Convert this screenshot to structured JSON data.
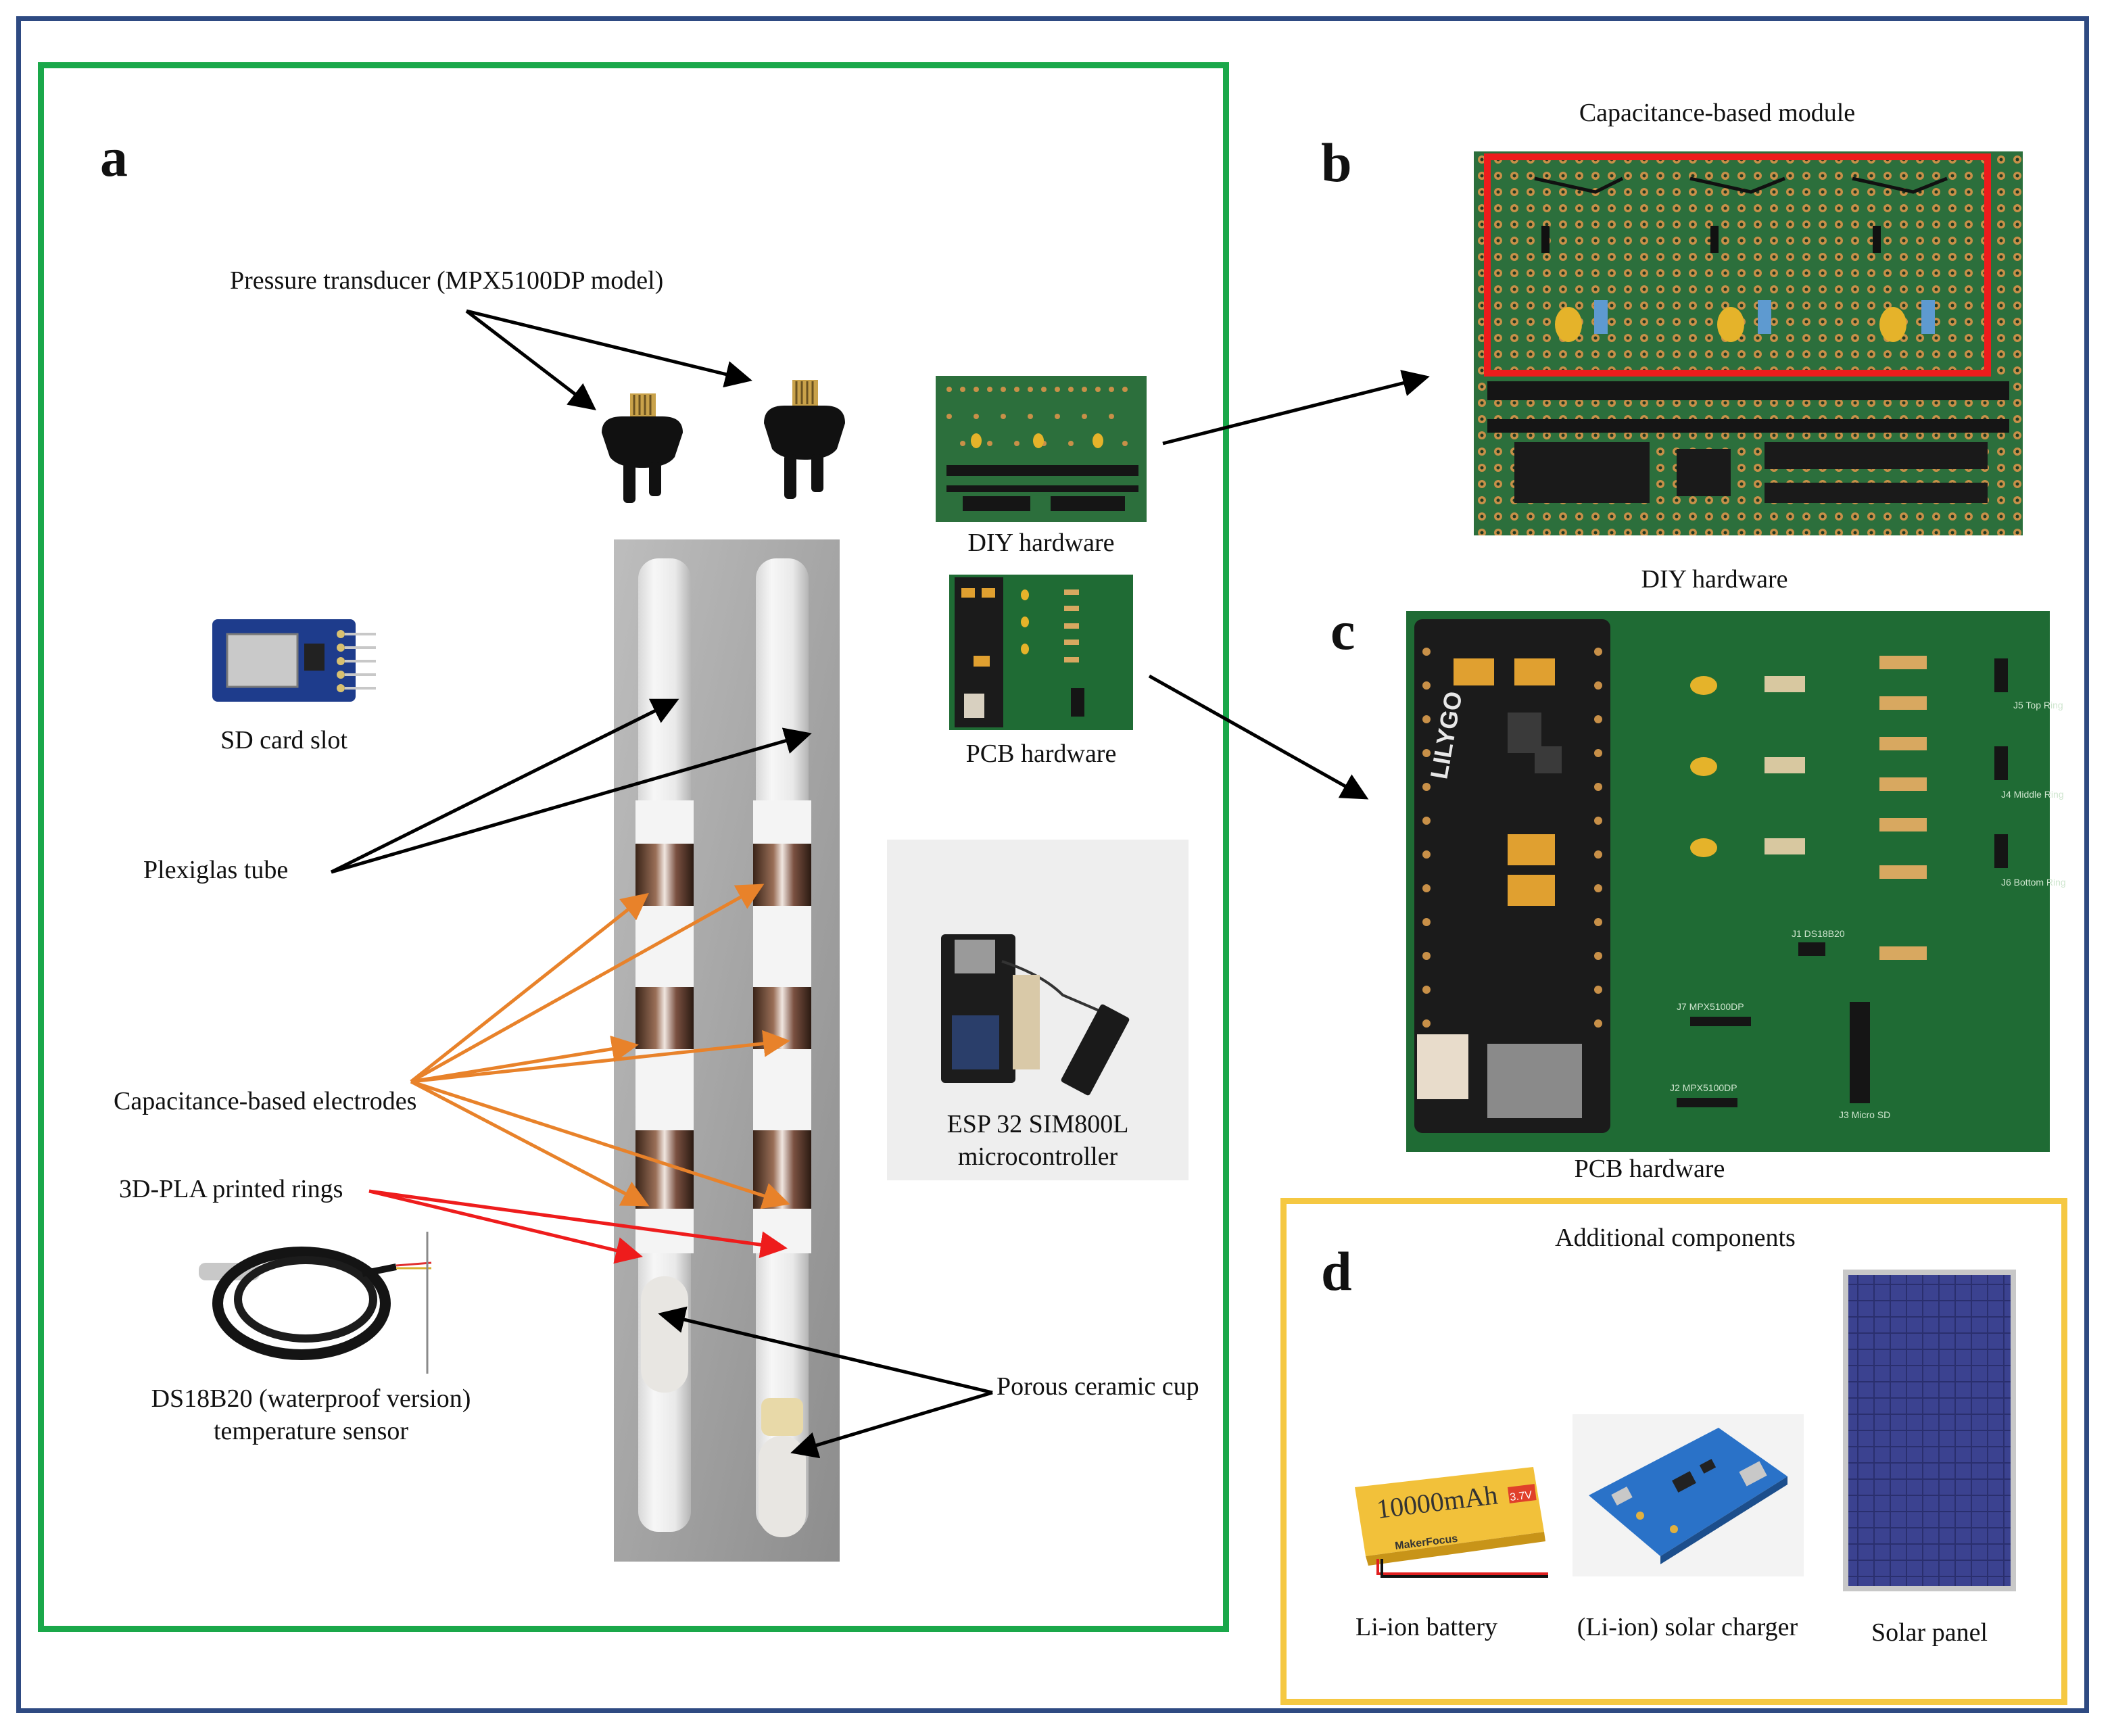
{
  "panels": {
    "a": "a",
    "b": "b",
    "c": "c",
    "d": "d"
  },
  "labels": {
    "pressure_transducer": "Pressure transducer (MPX5100DP model)",
    "diy_hardware_small": "DIY hardware",
    "pcb_hardware_small": "PCB hardware",
    "sd_card_slot": "SD card slot",
    "plexiglas_tube": "Plexiglas tube",
    "capacitance_electrodes": "Capacitance-based electrodes",
    "pla_rings": "3D-PLA printed rings",
    "esp32_line1": "ESP 32 SIM800L",
    "esp32_line2": "microcontroller",
    "ds18b20_line1": "DS18B20 (waterproof version)",
    "ds18b20_line2": "temperature sensor",
    "porous_cup": "Porous ceramic cup",
    "capacitance_module": "Capacitance-based module",
    "diy_hardware_large": "DIY hardware",
    "pcb_hardware_large": "PCB hardware",
    "additional_components": "Additional components",
    "li_ion_battery": "Li-ion battery",
    "solar_charger": "(Li-ion) solar charger",
    "solar_panel": "Solar panel"
  },
  "printed_text": {
    "battery_capacity": "10000mAh",
    "battery_voltage": "3.7V",
    "battery_brand": "MakerFocus",
    "pcb_brand": "LILYGO",
    "pcb_pin_top": "J5 Top Ring",
    "pcb_pin_middle": "J4 Middle Ring",
    "pcb_pin_bottom": "J6 Bottom Ring",
    "pcb_ds": "J1 DS18B20",
    "pcb_mpx1": "J7 MPX5100DP",
    "pcb_mpx2": "J2 MPX5100DP",
    "pcb_sd": "J3 Micro SD"
  },
  "colors": {
    "outer_frame": "#2e4a82",
    "frame_a": "#1aa84a",
    "frame_d": "#f5c842",
    "highlight_red": "#ee1c1c",
    "arrow_black": "#000000",
    "arrow_orange": "#e8822a",
    "arrow_red": "#ee1c1c",
    "pcb_green": "#1f6b34"
  }
}
